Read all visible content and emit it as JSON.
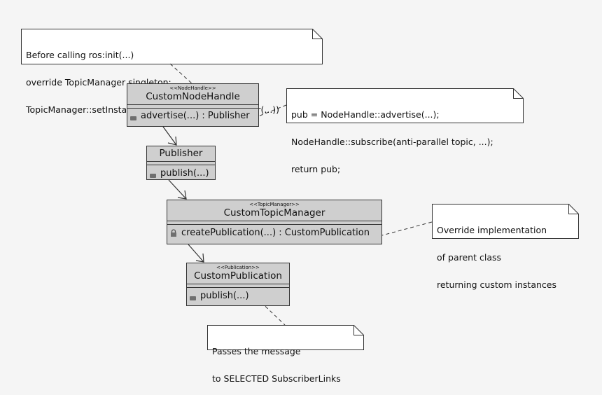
{
  "notes": {
    "init": [
      "Before calling ros:init(...)",
      "override TopicManager singleton:",
      "TopicManager::setInstance(new CustomTopicManager(...))"
    ],
    "advertise": [
      "pub = NodeHandle::advertise(...);",
      "NodeHandle::subscribe(anti-parallel topic, ...);",
      "return pub;"
    ],
    "override": [
      "Override implementation",
      "of parent class",
      "returning custom instances"
    ],
    "publish": [
      "Passes the message",
      "to SELECTED SubscriberLinks"
    ]
  },
  "classes": {
    "node_handle": {
      "stereotype": "<<NodeHandle>>",
      "name": "CustomNodeHandle",
      "member": "advertise(...) : Publisher"
    },
    "publisher": {
      "name": "Publisher",
      "member": "publish(...)"
    },
    "topic_manager": {
      "stereotype": "<<TopicManager>>",
      "name": "CustomTopicManager",
      "member": "createPublication(...) : CustomPublication"
    },
    "publication": {
      "stereotype": "<<Publication>>",
      "name": "CustomPublication",
      "member": "publish(...)"
    }
  },
  "colors": {
    "background": "#f5f5f5",
    "class_fill": "#cfcfcf",
    "note_fill": "#ffffff",
    "line": "#333333"
  }
}
